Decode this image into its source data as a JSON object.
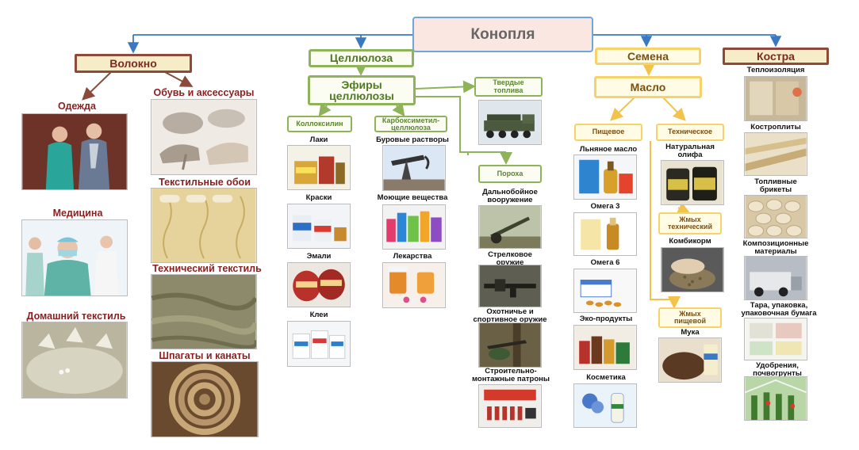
{
  "root": {
    "label": "Конопля"
  },
  "categories": {
    "fiber": "Волокно",
    "cellulose": "Целлюлоза",
    "seeds": "Семена",
    "shives": "Костра"
  },
  "fiber": {
    "clothing": "Одежда",
    "shoes": "Обувь и аксессуары",
    "medicine": "Медицина",
    "wallpaper": "Текстильные обои",
    "tech_textile": "Технический текстиль",
    "home_textile": "Домашний текстиль",
    "twine": "Шпагаты и канаты"
  },
  "cellulose": {
    "ethers": "Эфиры целлюлозы",
    "solid_fuel": "Твердые топлива",
    "collodion": "Коллоксилин",
    "cmc": "Карбоксиметил-целлюлоза",
    "gunpowder": "Пороха",
    "lacquers": "Лаки",
    "paints": "Краски",
    "enamels": "Эмали",
    "glues": "Клеи",
    "drilling": "Буровые растворы",
    "detergents": "Моющие вещества",
    "drugs": "Лекарства",
    "longrange_1": "Дальнобойное",
    "longrange_2": "вооружение",
    "small_1": "Стрелковое",
    "small_2": "оружие",
    "hunting_1": "Охотничье и",
    "hunting_2": "спортивное оружие",
    "construct_1": "Строительно-",
    "construct_2": "монтажные патроны"
  },
  "seeds": {
    "oil": "Масло",
    "food": "Пищевое",
    "technical": "Техническое",
    "linseed": "Льняное масло",
    "omega3": "Омега 3",
    "omega6": "Омега 6",
    "eco": "Эко-продукты",
    "cosmetics": "Косметика",
    "drying_oil_1": "Натуральная",
    "drying_oil_2": "олифа",
    "tech_cake_1": "Жмых",
    "tech_cake_2": "технический",
    "fodder": "Комбикорм",
    "food_cake_1": "Жмых",
    "food_cake_2": "пищевой",
    "flour": "Мука"
  },
  "shives": {
    "insulation": "Теплоизоляция",
    "boards": "Костроплиты",
    "briquettes_1": "Топливные",
    "briquettes_2": "брикеты",
    "composite_1": "Композиционные",
    "composite_2": "материалы",
    "package_1": "Тара, упаковка,",
    "package_2": "упаковочная бумага",
    "fertilizer_1": "Удобрения,",
    "fertilizer_2": "почвогрунты"
  },
  "colors": {
    "line_blue": "#3a78c2",
    "line_brown": "#8b4a3a",
    "line_green": "#8fb35a",
    "line_yellow": "#f2c24a"
  }
}
